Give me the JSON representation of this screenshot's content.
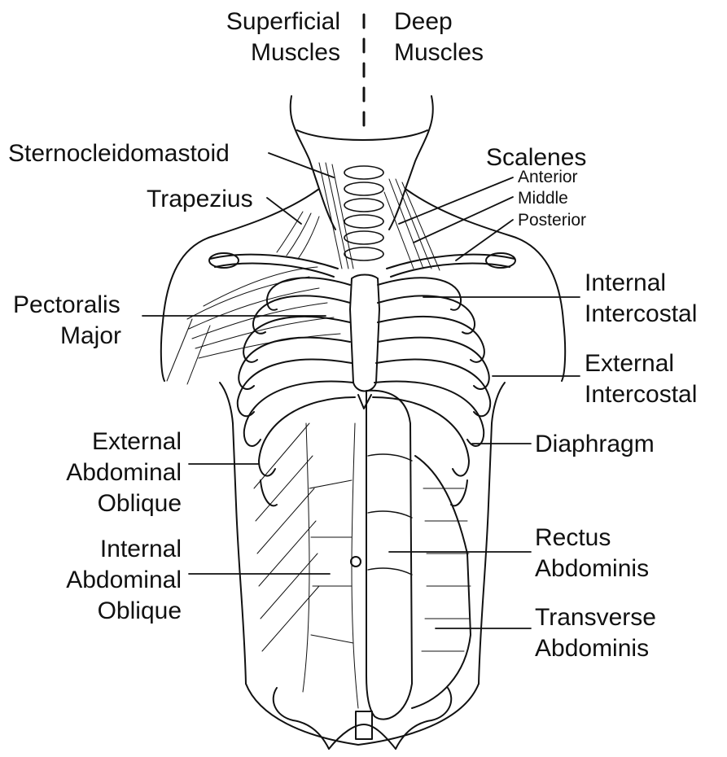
{
  "header": {
    "superficial": [
      "Superficial",
      "Muscles"
    ],
    "deep": [
      "Deep",
      "Muscles"
    ]
  },
  "labels": {
    "sternocleidomastoid": "Sternocleidomastoid",
    "trapezius": "Trapezius",
    "pectoralis_major": [
      "Pectoralis",
      "Major"
    ],
    "external_abdominal_oblique": [
      "External",
      "Abdominal",
      "Oblique"
    ],
    "internal_abdominal_oblique": [
      "Internal",
      "Abdominal",
      "Oblique"
    ],
    "scalenes": "Scalenes",
    "scalenes_anterior": "Anterior",
    "scalenes_middle": "Middle",
    "scalenes_posterior": "Posterior",
    "internal_intercostal": [
      "Internal",
      "Intercostal"
    ],
    "external_intercostal": [
      "External",
      "Intercostal"
    ],
    "diaphragm": "Diaphragm",
    "rectus_abdominis": [
      "Rectus",
      "Abdominis"
    ],
    "transverse_abdominis": [
      "Transverse",
      "Abdominis"
    ]
  },
  "colors": {
    "ink": "#111111",
    "background": "#ffffff"
  }
}
